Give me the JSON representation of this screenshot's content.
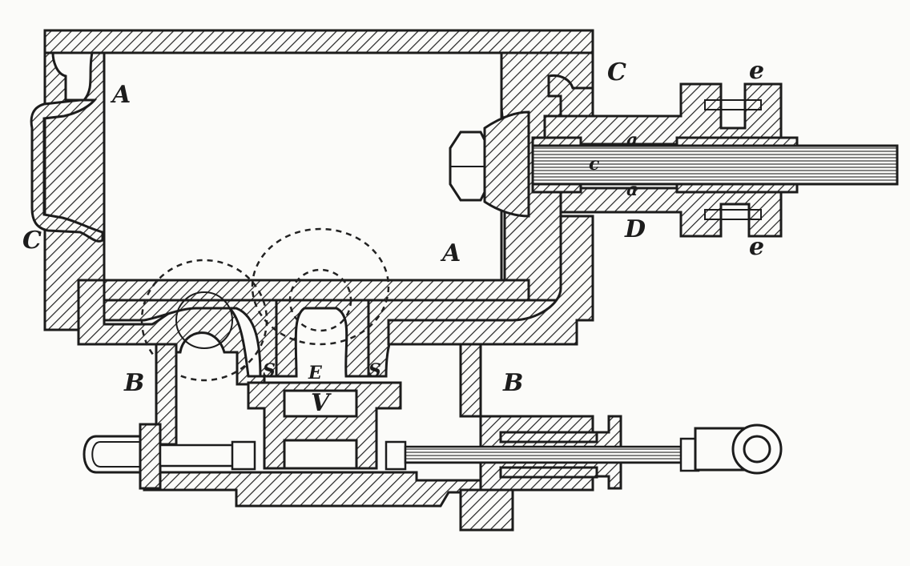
{
  "diagram": {
    "labels": {
      "A_top": "A",
      "A_bottom": "A",
      "C_left": "C",
      "C_right": "C",
      "B_left": "B",
      "B_right": "B",
      "D": "D",
      "e_top": "e",
      "e_bottom": "e",
      "a_top": "a",
      "a_bottom": "a",
      "c_rod": "c",
      "S_left": "S",
      "S_right": "S",
      "E": "E",
      "V": "V"
    }
  }
}
